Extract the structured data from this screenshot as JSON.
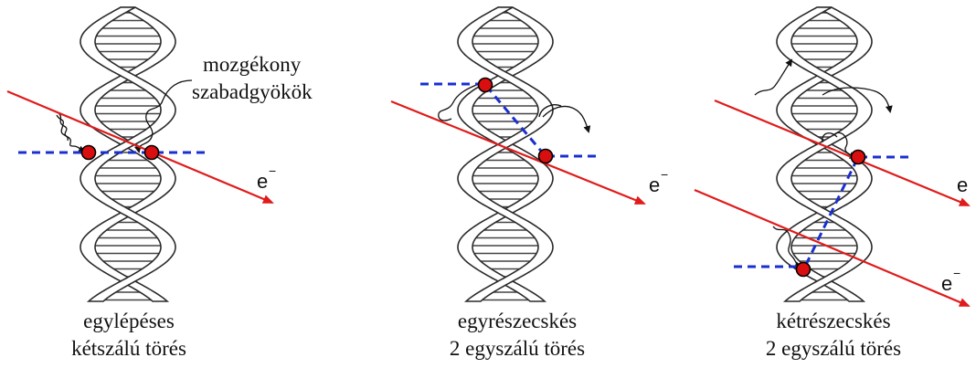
{
  "labels": {
    "radicals_line1": "mozgékony",
    "radicals_line2": "szabadgyökök",
    "electron": "e",
    "electron_sup": "−"
  },
  "panels": [
    {
      "caption_line1": "egylépéses",
      "caption_line2": "kétszálú törés"
    },
    {
      "caption_line1": "egyrészecskés",
      "caption_line2": "2 egyszálú törés"
    },
    {
      "caption_line1": "kétrészecskés",
      "caption_line2": "2 egyszálú törés"
    }
  ],
  "colors": {
    "track": "#e01b1b",
    "break_link": "#1a2fd0",
    "break_site": "#d90f0f"
  }
}
